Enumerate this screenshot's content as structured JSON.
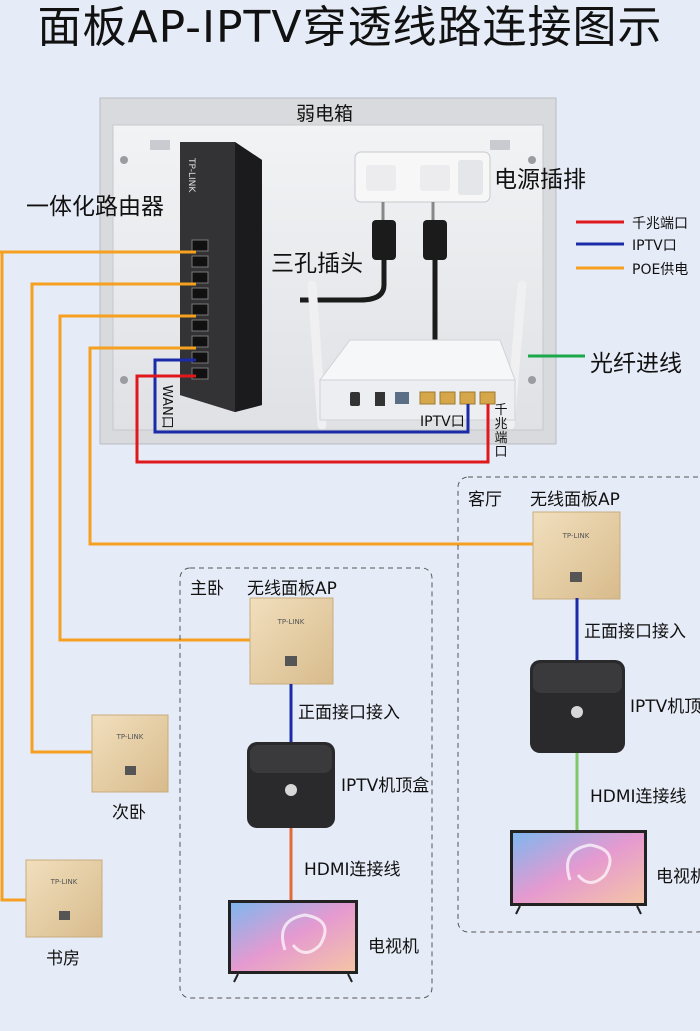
{
  "title": "面板AP-IPTV穿透线路连接图示",
  "box_label": "弱电箱",
  "router_label": "一体化路由器",
  "router_brand": "TP-LINK",
  "power_strip_label": "电源插排",
  "plug_label": "三孔插头",
  "fiber_label": "光纤进线",
  "wan_label": "WAN口",
  "iptv_port_label": "IPTV口",
  "gig_port_label": "千兆端口",
  "legend": [
    {
      "color": "#e0181b",
      "label": "千兆端口"
    },
    {
      "color": "#1a2aa8",
      "label": "IPTV口"
    },
    {
      "color": "#f5a020",
      "label": "POE供电"
    }
  ],
  "living": {
    "room": "客厅",
    "ap_label": "无线面板AP",
    "front_port": "正面接口接入",
    "stb_label": "IPTV机顶",
    "hdmi_label": "HDMI连接线",
    "tv_label": "电视机"
  },
  "master": {
    "room": "主卧",
    "ap_label": "无线面板AP",
    "front_port": "正面接口接入",
    "stb_label": "IPTV机顶盒",
    "hdmi_label": "HDMI连接线",
    "tv_label": "电视机"
  },
  "second_bedroom": "次卧",
  "study": "书房",
  "ap_brand": "TP-LINK",
  "colors": {
    "gigabit": "#e0181b",
    "iptv": "#1a2aa8",
    "poe": "#f5a020",
    "fiber": "#1aa84a",
    "hdmi_master": "#e26a3a",
    "hdmi_living": "#7ec86a",
    "ap_gold": "#e7d0a8"
  }
}
